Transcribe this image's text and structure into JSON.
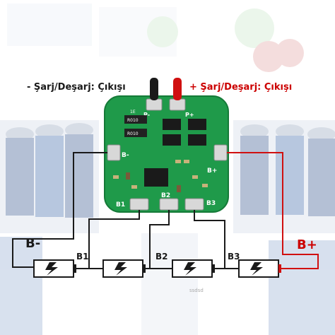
{
  "labels": {
    "negative_output": "- Şarj/Deşarj: Çıkışı",
    "positive_output": "+ Şarj/Deşarj: Çıkışı",
    "b_minus": "B-",
    "b_plus": "B+",
    "b1": "B1",
    "b2": "B2",
    "b3": "B3",
    "watermark": "ssdsd"
  },
  "board": {
    "pad_b_minus": "B-",
    "pad_b_plus": "B+",
    "pad_p_minus": "P-",
    "pad_p_plus": "P+",
    "pad_b1": "B1",
    "pad_b2": "B2",
    "pad_b3": "B3",
    "resistor_1": "R010",
    "resistor_2": "R010",
    "top_code": "1E"
  },
  "colors": {
    "pcb": "#1f9a4a",
    "wire_black": "#1a1a1a",
    "wire_red": "#d01010",
    "label_red": "#cc0000",
    "battery_green": "#2bb34a"
  }
}
